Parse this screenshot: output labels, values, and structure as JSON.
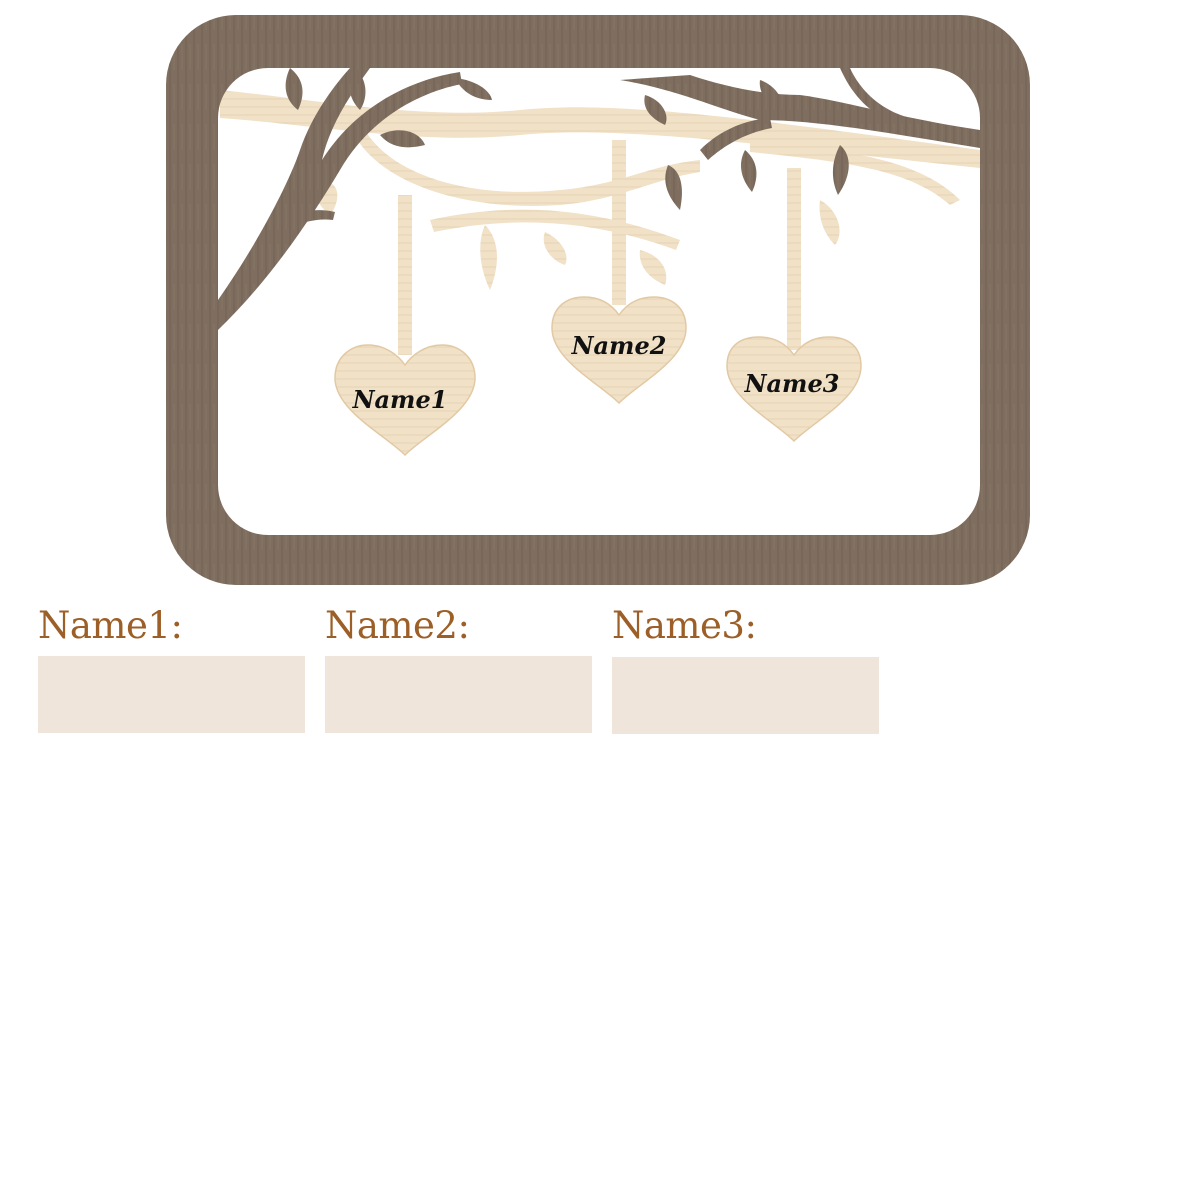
{
  "preview": {
    "hearts": [
      {
        "label": "Name1"
      },
      {
        "label": "Name2"
      },
      {
        "label": "Name3"
      }
    ],
    "colors": {
      "frame": "#7f6e5f",
      "light_wood": "#f0dfc4",
      "text": "#111111"
    }
  },
  "form": {
    "fields": [
      {
        "label": "Name1:",
        "value": ""
      },
      {
        "label": "Name2:",
        "value": ""
      },
      {
        "label": "Name3:",
        "value": ""
      }
    ],
    "label_color": "#9c5f27",
    "field_color": "#f0e5da"
  }
}
